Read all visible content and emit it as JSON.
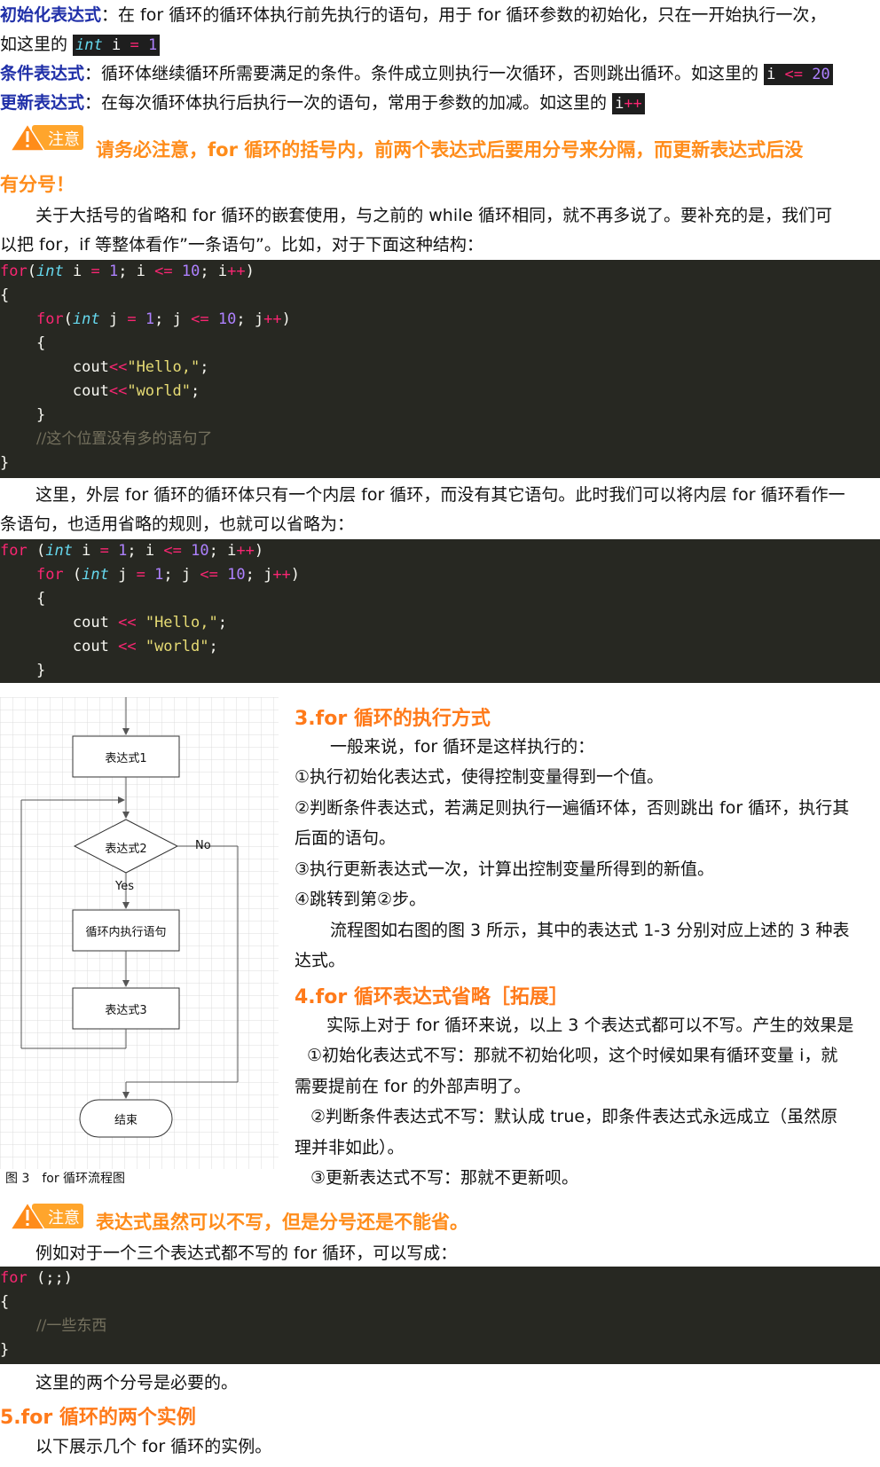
{
  "intro": {
    "init": {
      "term": "初始化表达式",
      "text1": "：在 for 循环的循环体执行前先执行的语句，用于 for 循环参数的初始化，只在一开始执行一次，",
      "text2": "如这里的 ",
      "code_kw": "int",
      "code_rest": " i ",
      "code_op": "=",
      "code_num": " 1"
    },
    "cond": {
      "term": "条件表达式",
      "text": "：循环体继续循环所需要满足的条件。条件成立则执行一次循环，否则跳出循环。如这里的 ",
      "code_i": "i ",
      "code_op": "<=",
      "code_num": " 20"
    },
    "update": {
      "term": "更新表达式",
      "text": "：在每次循环体执行后执行一次的语句，常用于参数的加减。如这里的 ",
      "code_i": "i",
      "code_op": "++"
    }
  },
  "notice_label": "注意",
  "notice1": {
    "line1": "请务必注意，for 循环的括号内，前两个表达式后要用分号来分隔，而更新表达式后没",
    "line2": "有分号！"
  },
  "para1": {
    "line1": "关于大括号的省略和 for 循环的嵌套使用，与之前的 while 循环相同，就不再多说了。要补充的是，我们可",
    "line2": "以把 for，if 等整体看作”一条语句”。比如，对于下面这种结构："
  },
  "code1": {
    "for": "for",
    "int": "int",
    "i": "i",
    "j": "j",
    "eq": "=",
    "le": "<=",
    "pp": "++",
    "one": "1",
    "ten": "10",
    "open": "{",
    "close": "}",
    "cout": "cout",
    "shl": "<<",
    "hello": "\"Hello,\"",
    "world": "\"world\"",
    "comment": "//这个位置没有多的语句了"
  },
  "para2": {
    "line1": "这里，外层 for 循环的循环体只有一个内层 for 循环，而没有其它语句。此时我们可以将内层 for 循环看作一",
    "line2": "条语句，也适用省略的规则，也就可以省略为："
  },
  "flowchart": {
    "box1": "表达式1",
    "diamond": "表达式2",
    "no": "No",
    "yes": "Yes",
    "box2": "循环内执行语句",
    "box3": "表达式3",
    "end": "结束",
    "caption": "图 3　for 循环流程图"
  },
  "section3": {
    "title": "3.for 循环的执行方式",
    "lines": [
      "一般来说，for 循环是这样执行的：",
      "①执行初始化表达式，使得控制变量得到一个值。",
      "②判断条件表达式，若满足则执行一遍循环体，否则跳出 for 循环，执行其",
      "后面的语句。",
      "③执行更新表达式一次，计算出控制变量所得到的新值。",
      "④跳转到第②步。",
      "流程图如右图的图 3 所示，其中的表达式 1-3 分别对应上述的 3 种表",
      "达式。"
    ]
  },
  "section4": {
    "title": "4.for 循环表达式省略［拓展］",
    "lines": [
      "实际上对于 for 循环来说，以上 3 个表达式都可以不写。产生的效果是",
      "①初始化表达式不写：那就不初始化呗，这个时候如果有循环变量 i，就",
      "需要提前在 for 的外部声明了。",
      "②判断条件表达式不写：默认成 true，即条件表达式永远成立（虽然原",
      "理并非如此）。",
      "③更新表达式不写：那就不更新呗。"
    ]
  },
  "notice2": {
    "text": "表达式虽然可以不写，但是分号还是不能省。"
  },
  "para3": {
    "line1": "例如对于一个三个表达式都不写的 for 循环，可以写成："
  },
  "code3": {
    "for": "for",
    "paren": "(;;)",
    "open": "{",
    "comment": "//一些东西",
    "close": "}"
  },
  "para4": {
    "line1": "这里的两个分号是必要的。"
  },
  "section5": {
    "title": "5.for 循环的两个实例",
    "line1": "以下展示几个 for 循环的实例。"
  }
}
